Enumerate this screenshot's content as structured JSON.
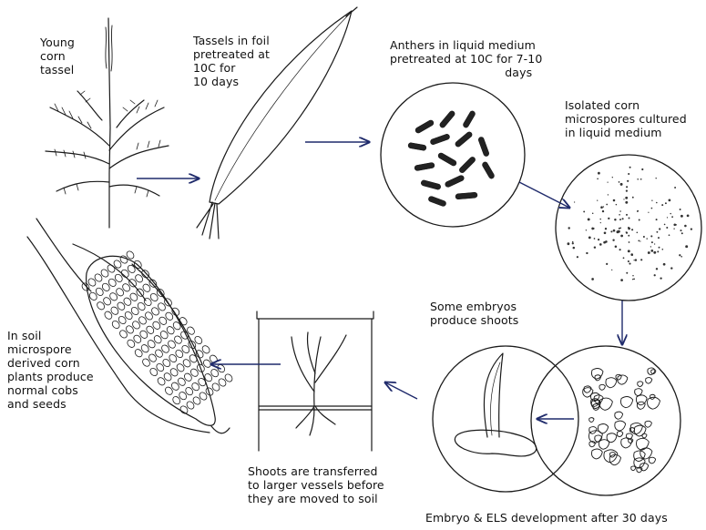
{
  "labels": {
    "young_tassel": "Young\ncorn\ntassel",
    "tassels_foil": "Tassels in foil\npretreated at\n10C for\n10 days",
    "anthers_liquid": "Anthers in liquid medium\npretreated at 10C for 7-10\n                               days",
    "isolated_microspores": "Isolated corn\nmicrospores cultured\nin liquid medium",
    "embryos_shoots": "Some embryos\nproduce shoots",
    "soil_plants": "In soil\nmicrospore\nderived corn\nplants produce\nnormal cobs\nand seeds",
    "shoots_transferred": "Shoots are transferred\nto larger vessels before\nthey are moved to soil",
    "embryo_els": "Embryo & ELS development after 30 days"
  },
  "colors": {
    "ink": "#1a1a1a",
    "arrow": "#1f2a6b"
  }
}
